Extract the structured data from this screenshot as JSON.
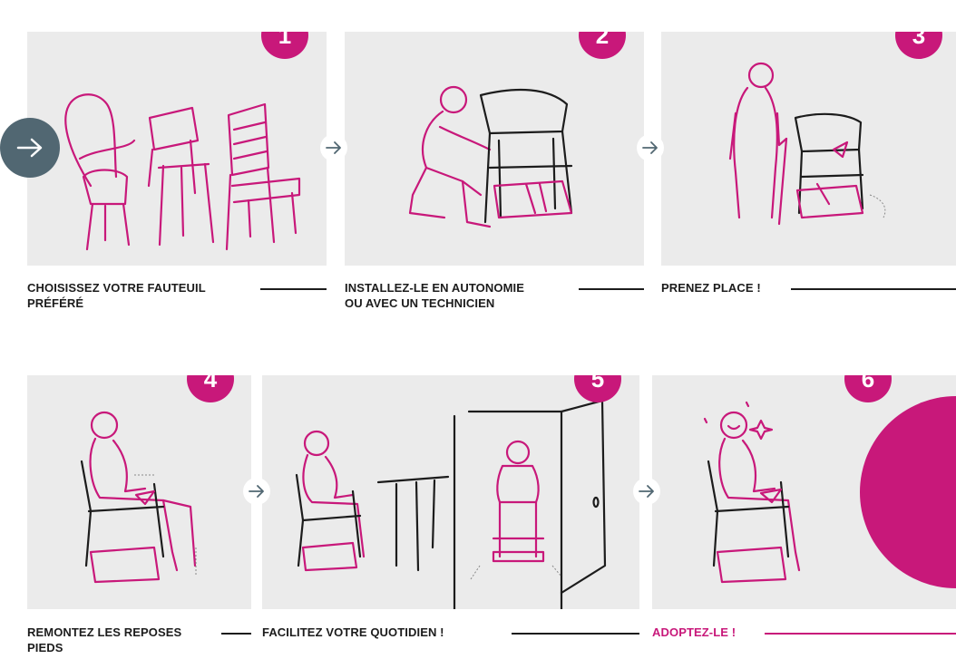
{
  "colors": {
    "accent": "#c8187a",
    "panel": "#ebebeb",
    "ink": "#1c1c1c",
    "nav": "#516772"
  },
  "steps": [
    {
      "number": "1",
      "caption_line1": "CHOISISSEZ VOTRE FAUTEUIL",
      "caption_line2": "PRÉFÉRÉ"
    },
    {
      "number": "2",
      "caption_line1": "INSTALLEZ-LE EN AUTONOMIE",
      "caption_line2": "OU AVEC UN TECHNICIEN"
    },
    {
      "number": "3",
      "caption_line1": "PRENEZ PLACE !",
      "caption_line2": ""
    },
    {
      "number": "4",
      "caption_line1": "REMONTEZ LES REPOSES",
      "caption_line2": "PIEDS"
    },
    {
      "number": "5",
      "caption_line1": "FACILITEZ VOTRE QUOTIDIEN !",
      "caption_line2": ""
    },
    {
      "number": "6",
      "caption_line1": "ADOPTEZ-LE !",
      "caption_line2": ""
    }
  ],
  "nav": {
    "next_icon": "arrow-right-icon"
  }
}
